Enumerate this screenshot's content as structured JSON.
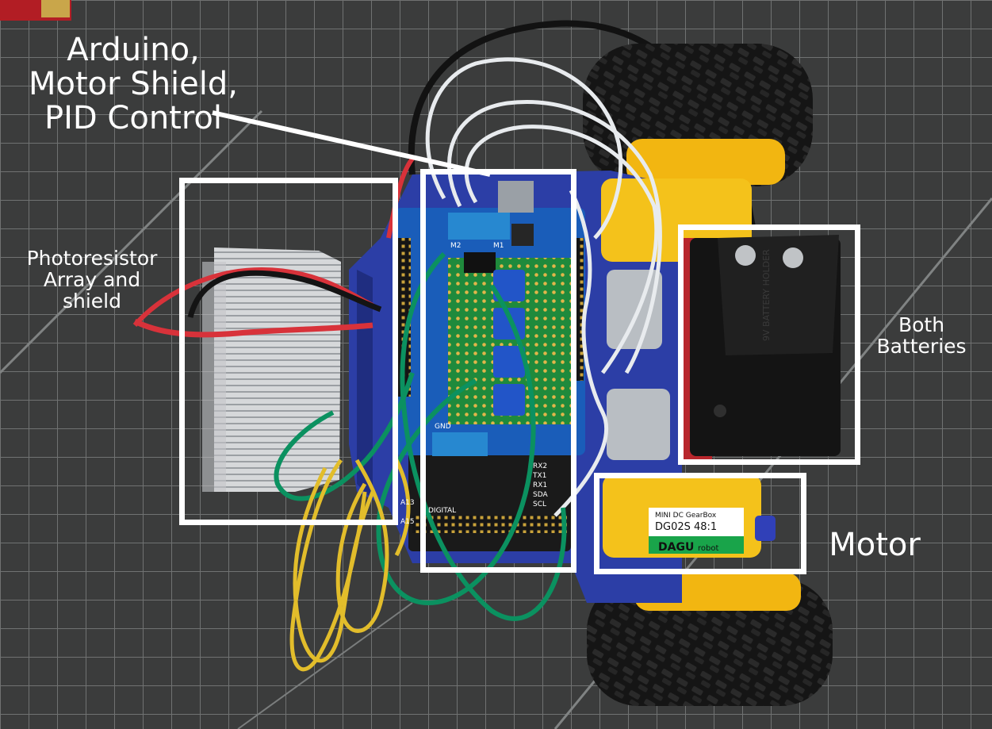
{
  "annotations": {
    "arduino": {
      "lines": [
        "Arduino,",
        "Motor Shield,",
        "PID Control"
      ]
    },
    "photoresistor": {
      "lines": [
        "Photoresistor",
        "Array and",
        "shield"
      ]
    },
    "batteries": {
      "lines": [
        "Both",
        "Batteries"
      ]
    },
    "motor": {
      "lines": [
        "Motor"
      ]
    }
  },
  "printed_text": {
    "gearbox_brand": "DAGU",
    "gearbox_brand_sub": "robot",
    "gearbox_model": "DG02S 48:1",
    "gearbox_type": "MINI DC GearBox",
    "battery_holder": "9V BATTERY HOLDER",
    "shield_gnd": "GND",
    "shield_m2": "M2",
    "shield_m1": "M1",
    "header_digital": "DIGITAL",
    "pin_rx2": "RX2",
    "pin_tx1": "TX1",
    "pin_rx1": "RX1",
    "pin_sda": "SDA",
    "pin_scl": "SCL",
    "pin_a13": "A13",
    "pin_a15": "A15"
  },
  "colors": {
    "mat": "#3b3c3c",
    "grid": "#6d6f6f",
    "chassis_blue": "#2d3fa8",
    "board_blue": "#1b5bb8",
    "gearbox_yellow": "#f6c21a",
    "tire": "#161616",
    "wire_green": "#0a8f5a",
    "wire_yellow": "#e3bf2a",
    "wire_red": "#d8323a",
    "wire_white": "#e9ecef",
    "callout": "#ffffff"
  }
}
